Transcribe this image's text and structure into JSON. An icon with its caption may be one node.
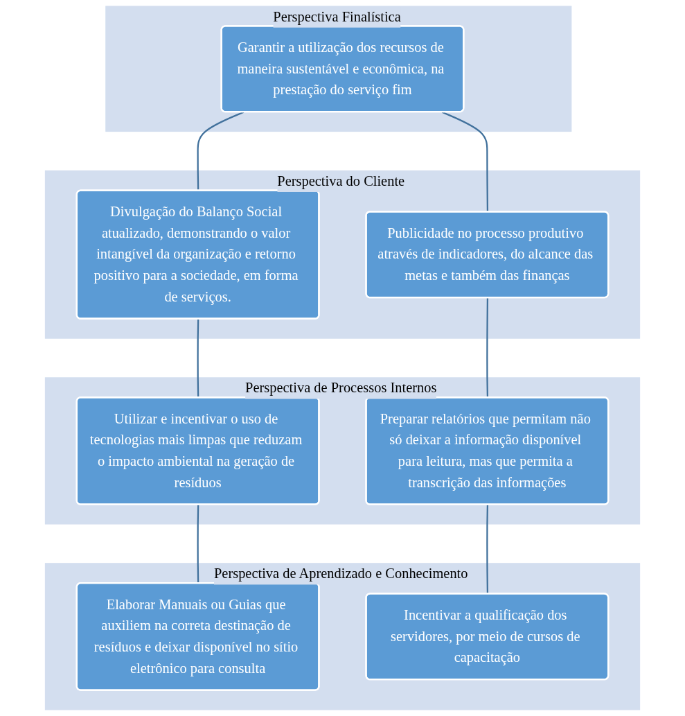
{
  "diagram": {
    "nodes": [
      {
        "text": [
          "Perspectiva Finalística"
        ]
      },
      {
        "text": [
          "Garantir a utilização dos recursos de maneira sustentável e econômica, na prestação do serviço fim"
        ],
        "in": 0
      },
      {
        "text": [
          "Perspectiva do Cliente"
        ]
      },
      {
        "text": [
          "Divulgação do Balanço Social atualizado, demonstrando o valor intangível da organização e retorno positivo para a sociedade, em forma de serviços."
        ],
        "in": 2
      },
      {
        "text": [
          "Publicidade no processo produtivo através de indicadores, do alcance das metas e também das finanças"
        ],
        "in": 2
      },
      {
        "text": [
          "Perspectiva de Processos Internos"
        ]
      },
      {
        "text": [
          "Utilizar e incentivar o uso de tecnologias mais limpas que reduzam o impacto ambiental na geração de resíduos"
        ],
        "in": 5
      },
      {
        "text": [
          "Preparar relatórios que permitam não só deixar a informação disponível para leitura, mas que permita a transcrição das informações"
        ],
        "in": 5
      },
      {
        "text": [
          "Perspectiva de Aprendizado e Conhecimento"
        ]
      },
      {
        "text": [
          "Elaborar Manuais ou Guias que auxiliem na correta destinação de resíduos e deixar disponível no sítio eletrônico para consulta"
        ],
        "in": 8
      },
      {
        "text": [
          "Incentivar a qualificação dos servidores, por meio de cursos de capacitação"
        ],
        "in": 8
      }
    ],
    "edges": [
      {
        "from": 1,
        "to": 3,
        "arrow": "none"
      },
      {
        "from": 1,
        "to": 4,
        "arrow": "none"
      },
      {
        "from": 3,
        "to": 6,
        "arrow": "none"
      },
      {
        "from": 4,
        "to": 7,
        "arrow": "none"
      },
      {
        "from": 6,
        "to": 9,
        "arrow": "none"
      },
      {
        "from": 7,
        "to": 10,
        "arrow": "none"
      }
    ]
  }
}
